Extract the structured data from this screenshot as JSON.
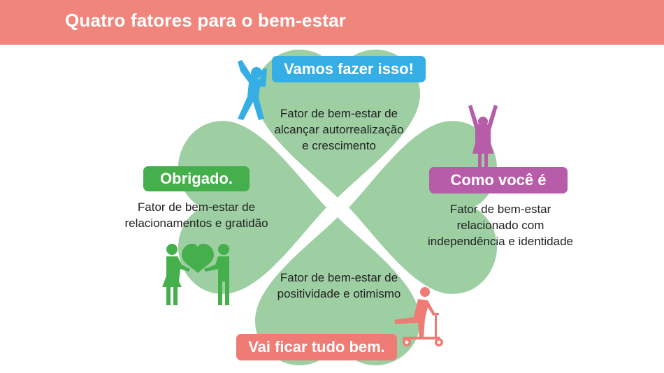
{
  "header": {
    "title": "Quatro fatores para o bem-estar",
    "background": "#f0857b"
  },
  "clover": {
    "color": "#9dcfa3",
    "leaves": 4
  },
  "factors": [
    {
      "id": "top",
      "badge": "Vamos fazer isso!",
      "badge_color": "#35aee6",
      "description_lines": [
        "Fator de bem-estar de",
        "alcançar autorrealização",
        "e crescimento"
      ],
      "icon": "person-celebrating-icon"
    },
    {
      "id": "left",
      "badge": "Obrigado.",
      "badge_color": "#45b04b",
      "description_lines": [
        "Fator de bem-estar de",
        "relacionamentos e gratidão"
      ],
      "icon": "people-sharing-heart-icon"
    },
    {
      "id": "right",
      "badge": "Como você é",
      "badge_color": "#b65ca8",
      "description_lines": [
        "Fator de bem-estar",
        "relacionado com",
        "independência e identidade"
      ],
      "icon": "woman-arms-raised-icon"
    },
    {
      "id": "bottom",
      "badge": "Vai ficar tudo bem.",
      "badge_color": "#ee7b74",
      "description_lines": [
        "Fator de bem-estar de",
        "positividade e otimismo"
      ],
      "icon": "person-on-scooter-icon"
    }
  ]
}
